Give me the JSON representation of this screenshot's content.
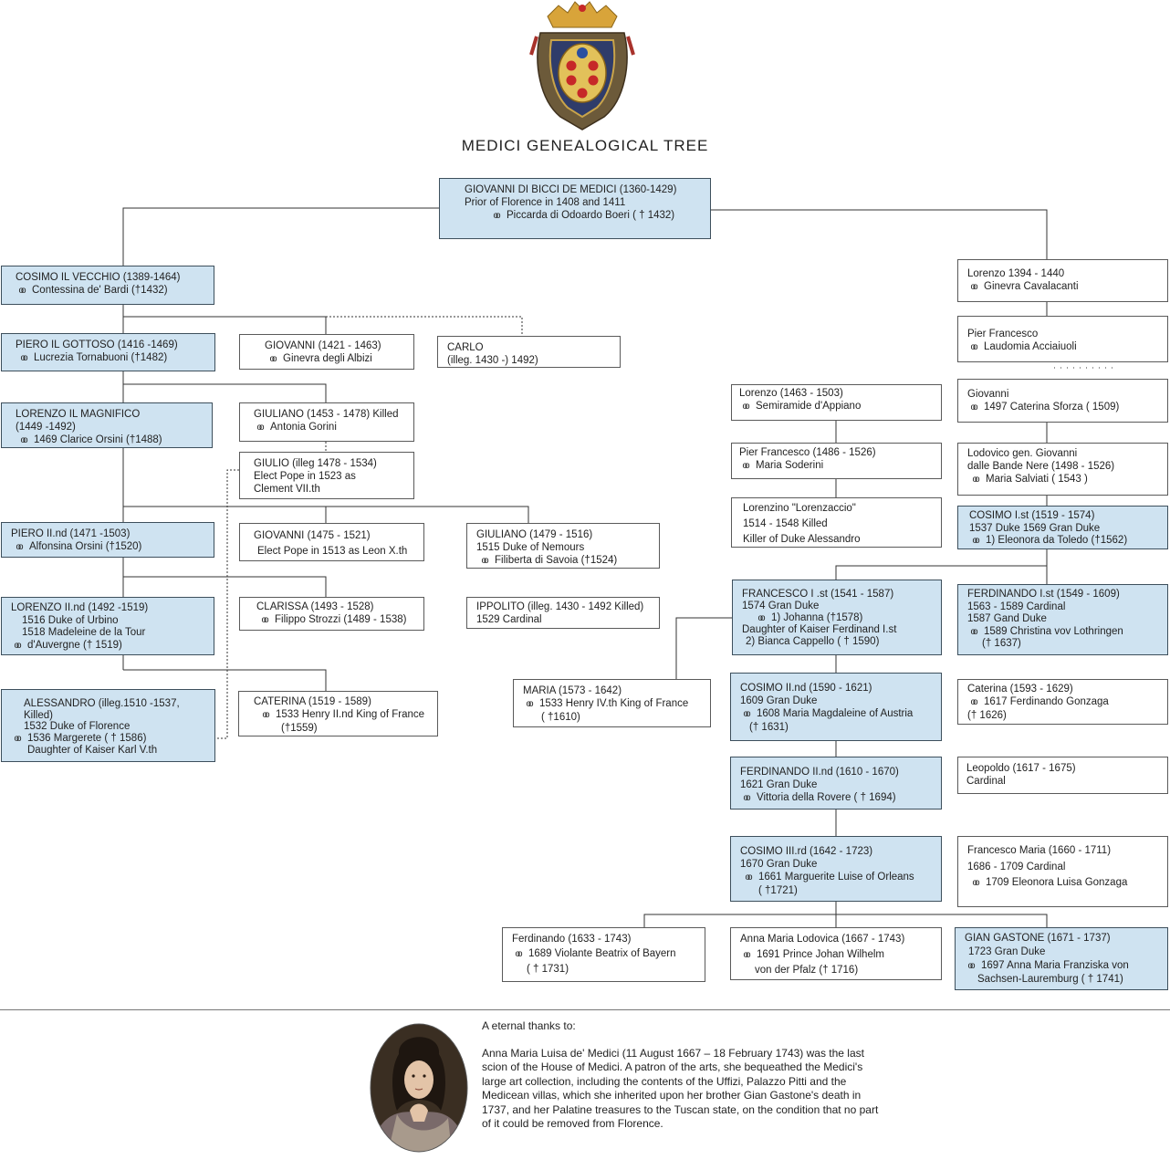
{
  "title": "MEDICI GENEALOGICAL TREE",
  "icons": {
    "marriage": "wedding-rings-icon",
    "death": "dagger-cross-icon",
    "crest": "medici-coat-of-arms-icon",
    "portrait": "anna-maria-luisa-portrait"
  },
  "colors": {
    "highlight": "#cfe3f1",
    "line": "#333333"
  },
  "nodes": {
    "giovanni_bicci": [
      "GIOVANNI DI BICCI DE MEDICI (1360-1429)",
      "Prior of Florence in 1408 and 1411",
      "Piccarda di Odoardo Boeri ( † 1432)"
    ],
    "cosimo_vecchio": [
      "COSIMO IL VECCHIO (1389-1464)",
      "Contessina de' Bardi (†1432)"
    ],
    "lorenzo_1394": [
      "Lorenzo 1394 - 1440",
      "Ginevra Cavalacanti"
    ],
    "piero_gottoso": [
      "PIERO IL GOTTOSO (1416 -1469)",
      "Lucrezia Tornabuoni (†1482)"
    ],
    "giovanni_1421": [
      "GIOVANNI (1421 - 1463)",
      "Ginevra degli Albizi"
    ],
    "carlo": [
      "CARLO",
      "(illeg. 1430 -) 1492)"
    ],
    "pier_francesco": [
      "Pier Francesco",
      "Laudomia Acciaiuoli"
    ],
    "lorenzo_magnifico": [
      "LORENZO IL MAGNIFICO",
      "(1449 -1492)",
      "1469 Clarice Orsini (†1488)"
    ],
    "giuliano_1453": [
      "GIULIANO (1453 - 1478) Killed",
      "Antonia Gorini"
    ],
    "giulio": [
      "GIULIO (illeg 1478 - 1534)",
      "Elect Pope in 1523 as",
      "Clement VII.th"
    ],
    "lorenzo_1463": [
      "Lorenzo (1463 - 1503)",
      "Semiramide d'Appiano"
    ],
    "giovanni_1467": [
      "Giovanni",
      "1497 Caterina Sforza (    1509)"
    ],
    "pier_francesco_1486": [
      "Pier Francesco (1486 - 1526)",
      "Maria Soderini"
    ],
    "lodovico": [
      "Lodovico gen. Giovanni",
      "dalle Bande Nere (1498 - 1526)",
      "Maria Salviati (    1543 )"
    ],
    "lorenzino": [
      "Lorenzino \"Lorenzaccio\"",
      "1514 - 1548 Killed",
      "Killer of Duke Alessandro"
    ],
    "cosimo_i": [
      "COSIMO I.st (1519 - 1574)",
      "1537 Duke 1569 Gran Duke",
      "1) Eleonora da Toledo (†1562)"
    ],
    "piero_ii": [
      "PIERO II.nd  (1471 -1503)",
      "Alfonsina Orsini (†1520)"
    ],
    "giovanni_1475": [
      "GIOVANNI (1475 - 1521)",
      "Elect Pope in 1513 as Leon X.th"
    ],
    "giuliano_1479": [
      "GIULIANO (1479 - 1516)",
      "1515 Duke of Nemours",
      "Filiberta di Savoia (†1524)"
    ],
    "francesco_i": [
      "FRANCESCO I .st (1541 - 1587)",
      "1574 Gran Duke",
      "1) Johanna (†1578)",
      "Daughter of Kaiser Ferdinand I.st",
      "2) Bianca Cappello ( † 1590)"
    ],
    "ferdinando_i": [
      "FERDINANDO I.st (1549 - 1609)",
      "1563 - 1589 Cardinal",
      "1587 Gand Duke",
      "1589 Christina vov Lothringen",
      "(† 1637)"
    ],
    "lorenzo_ii": [
      "LORENZO II.nd (1492 -1519)",
      "1516 Duke of Urbino",
      "1518 Madeleine de la Tour",
      "d'Auvergne († 1519)"
    ],
    "clarissa": [
      "CLARISSA (1493 - 1528)",
      "Filippo Strozzi (1489 - 1538)"
    ],
    "ippolito": [
      "IPPOLITO (illeg. 1430 - 1492 Killed)",
      "1529 Cardinal"
    ],
    "cosimo_ii": [
      "COSIMO II.nd (1590 - 1621)",
      "1609 Gran Duke",
      "1608 Maria Magdaleine of Austria",
      "(† 1631)"
    ],
    "caterina_1593": [
      "Caterina (1593 - 1629)",
      "1617 Ferdinando Gonzaga",
      "(† 1626)"
    ],
    "alessandro": [
      "ALESSANDRO (illeg.1510 -1537,",
      "Killed)",
      "1532 Duke of Florence",
      "1536 Margerete ( † 1586)",
      "Daughter of Kaiser  Karl V.th"
    ],
    "caterina_1519": [
      "CATERINA (1519 - 1589)",
      "1533 Henry II.nd King of France",
      "(†1559)"
    ],
    "maria": [
      "MARIA (1573 - 1642)",
      "1533 Henry IV.th King of France",
      "( †1610)"
    ],
    "ferdinando_ii": [
      "FERDINANDO II.nd (1610 - 1670)",
      "1621  Gran Duke",
      "Vittoria della Rovere ( † 1694)"
    ],
    "leopoldo": [
      "Leopoldo (1617 - 1675)",
      "Cardinal"
    ],
    "cosimo_iii": [
      "COSIMO III.rd (1642 -  1723)",
      "1670 Gran Duke",
      "1661 Marguerite Luise of Orleans",
      "( †1721)"
    ],
    "francesco_maria": [
      "Francesco Maria (1660 - 1711)",
      "1686 - 1709 Cardinal",
      "1709 Eleonora Luisa Gonzaga"
    ],
    "ferdinando_1663": [
      "Ferdinando (1633 - 1743)",
      "1689 Violante Beatrix of Bayern",
      "( † 1731)"
    ],
    "anna_maria": [
      "Anna Maria Lodovica (1667 - 1743)",
      "1691 Prince Johan Wilhelm",
      "von der Pfalz  († 1716)"
    ],
    "gian_gastone": [
      "GIAN GASTONE  (1671 - 1737)",
      "1723 Gran Duke",
      "1697 Anna Maria Franziska von",
      "Sachsen-Lauremburg ( † 1741)"
    ]
  },
  "footer": {
    "heading": "A eternal thanks to:",
    "text": "Anna Maria Luisa de' Medici (11 August 1667 – 18 February 1743) was the last scion of the House of Medici. A patron of the arts, she bequeathed the  Medici's large art collection, including the contents of the Uffizi, Palazzo Pitti and the Medicean villas, which she inherited upon her brother Gian Gastone's death in 1737, and her Palatine treasures to the Tuscan state, on the condition that no part of it could be removed from Florence."
  }
}
